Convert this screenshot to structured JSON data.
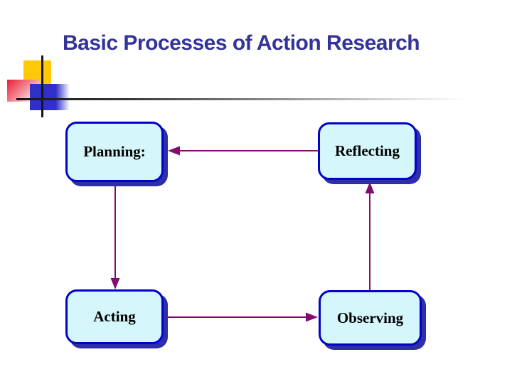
{
  "slide": {
    "title": "Basic Processes of Action Research"
  },
  "diagram": {
    "nodes": [
      {
        "id": "planning",
        "label": "Planning:"
      },
      {
        "id": "reflecting",
        "label": "Reflecting"
      },
      {
        "id": "acting",
        "label": "Acting"
      },
      {
        "id": "observing",
        "label": "Observing"
      }
    ],
    "edges": [
      {
        "from": "reflecting",
        "to": "planning",
        "direction": "left"
      },
      {
        "from": "planning",
        "to": "acting",
        "direction": "down"
      },
      {
        "from": "acting",
        "to": "observing",
        "direction": "right"
      },
      {
        "from": "observing",
        "to": "reflecting",
        "direction": "up"
      }
    ]
  },
  "colors": {
    "title_text": "#333399",
    "node_fill": "#D5F6FB",
    "node_border": "#0202CC",
    "node_shadow": "#2E2EA8",
    "arrow": "#820B72",
    "label_text": "#000000",
    "accent_yellow": "#FFC908",
    "accent_blue": "#3030C8"
  }
}
